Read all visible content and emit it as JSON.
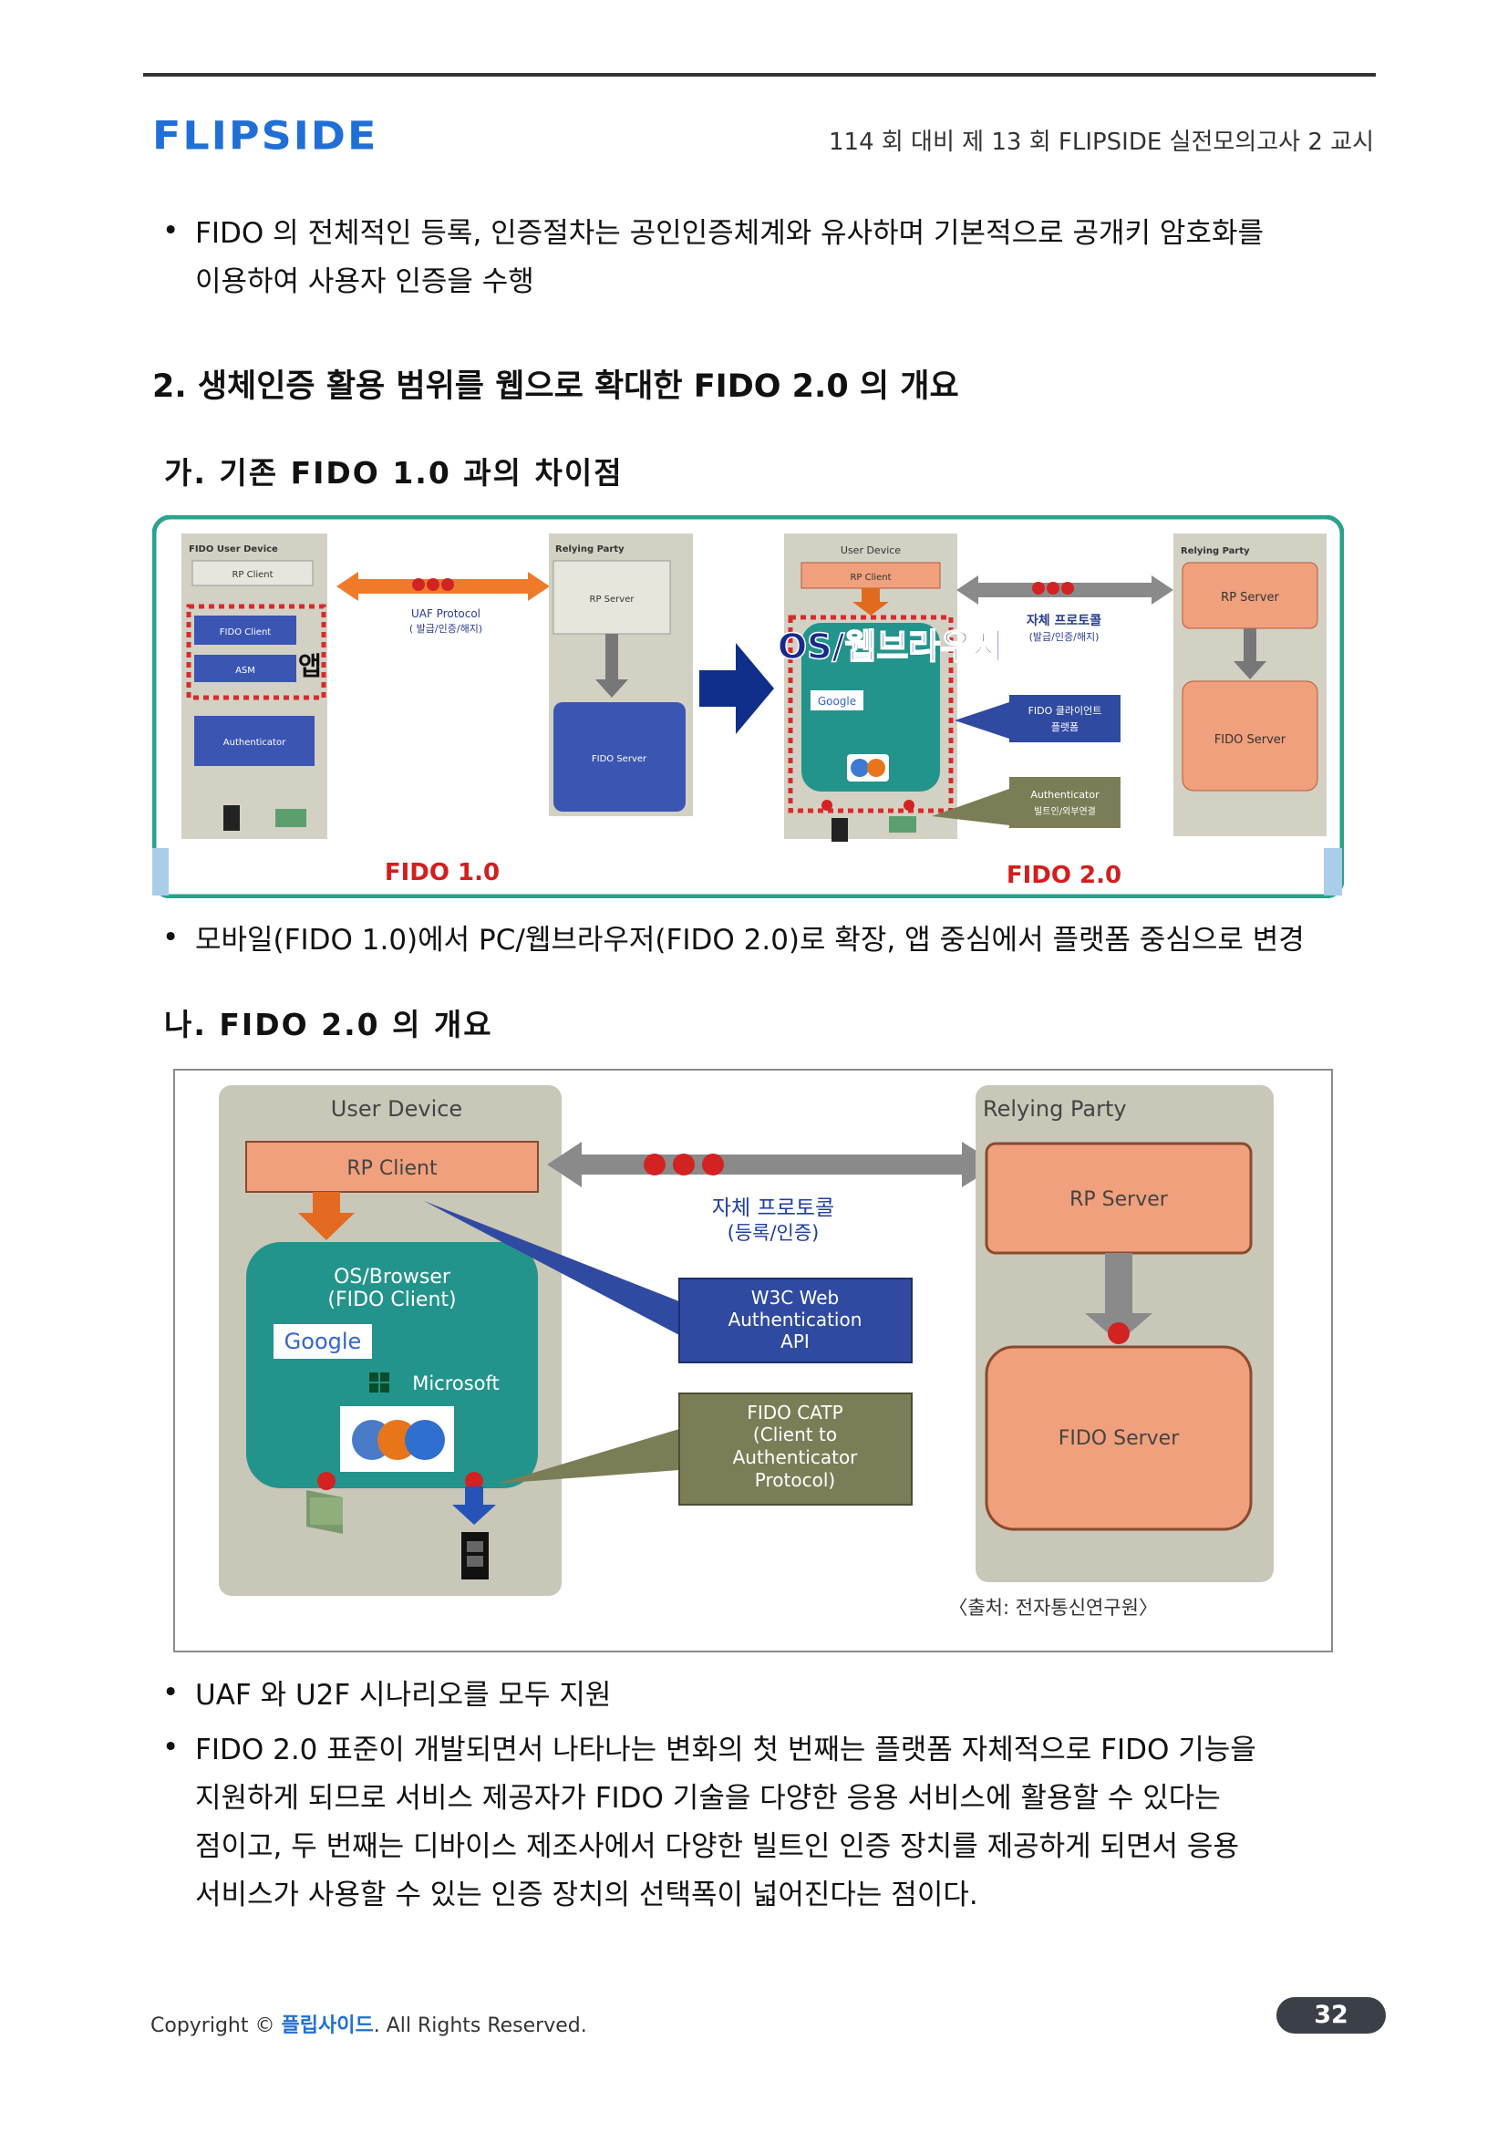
{
  "header": {
    "logo": "FLIPSIDE",
    "title": "114 회 대비 제 13 회 FLIPSIDE 실전모의고사 2 교시"
  },
  "intro_bullet": {
    "line1": "FIDO 의 전체적인 등록, 인증절차는 공인인증체계와 유사하며 기본적으로 공개키 암호화를",
    "line2": "이용하여 사용자 인증을 수행"
  },
  "section2": {
    "title": "2. 생체인증 활용 범위를 웹으로 확대한 FIDO 2.0 의 개요"
  },
  "sub_ga": {
    "title": "가. 기존 FIDO 1.0 과의 차이점"
  },
  "fig1": {
    "left": {
      "device_title": "FIDO User Device",
      "rp_client": "RP Client",
      "fido_client": "FIDO Client",
      "app_label": "앱",
      "asm": "ASM",
      "authenticator": "Authenticator",
      "protocol": "UAF Protocol",
      "protocol_sub": "( 발급/인증/해지)",
      "rp_title": "Relying Party",
      "rp_server": "RP Server",
      "fido_server": "FIDO Server",
      "caption": "FIDO 1.0"
    },
    "right": {
      "device_title": "User Device",
      "rp_client": "RP Client",
      "os_label": "OS/웹브라우저",
      "google": "Google",
      "protocol": "자체 프로토콜",
      "protocol_sub": "(발급/인증/해지)",
      "client_box": "FIDO 클라이언트",
      "client_box_sub": "플랫폼",
      "auth_box": "Authenticator",
      "auth_box_sub": "빌트인/외부연결",
      "rp_title": "Relying Party",
      "rp_server": "RP Server",
      "fido_server": "FIDO Server",
      "caption": "FIDO 2.0"
    }
  },
  "ga_bullet": "모바일(FIDO 1.0)에서 PC/웹브라우저(FIDO 2.0)로 확장, 앱 중심에서 플랫폼 중심으로 변경",
  "sub_na": {
    "title": "나. FIDO 2.0 의 개요"
  },
  "fig2": {
    "device_title": "User Device",
    "rp_client": "RP Client",
    "os_line1": "OS/Browser",
    "os_line2": "(FIDO Client)",
    "google": "Google",
    "microsoft": "Microsoft",
    "protocol": "자체 프로토콜",
    "protocol_sub": "(등록/인증)",
    "w3c_line1": "W3C Web",
    "w3c_line2": "Authentication",
    "w3c_line3": "API",
    "ctap_line1": "FIDO CATP",
    "ctap_line2": "(Client to",
    "ctap_line3": "Authenticator",
    "ctap_line4": "Protocol)",
    "rp_title": "Relying Party",
    "rp_server": "RP Server",
    "fido_server": "FIDO Server",
    "source": "〈출처: 전자통신연구원〉"
  },
  "na_bullets": {
    "b1": "UAF 와 U2F 시나리오를 모두 지원",
    "b2_line1": "FIDO 2.0 표준이 개발되면서 나타나는 변화의 첫 번째는 플랫폼 자체적으로 FIDO 기능을",
    "b2_line2": "지원하게 되므로 서비스 제공자가 FIDO 기술을 다양한 응용 서비스에 활용할 수 있다는",
    "b2_line3": "점이고, 두 번째는 디바이스 제조사에서 다양한 빌트인 인증 장치를 제공하게 되면서 응용",
    "b2_line4": "서비스가 사용할 수 있는 인증 장치의 선택폭이 넓어진다는 점이다."
  },
  "footer": {
    "copyright_prefix": "Copyright ©",
    "brand": "플립사이드",
    "copyright_suffix": ". All Rights Reserved.",
    "page": "32"
  },
  "colors": {
    "brand_blue": "#1f6fd6",
    "salmon": "#f0a07c",
    "teal": "#23948c",
    "gray_panel": "#c9c7b8",
    "dark_blue_box": "#2f4aa0",
    "olive_box": "#7b7d57",
    "accent_red": "#d22222"
  }
}
